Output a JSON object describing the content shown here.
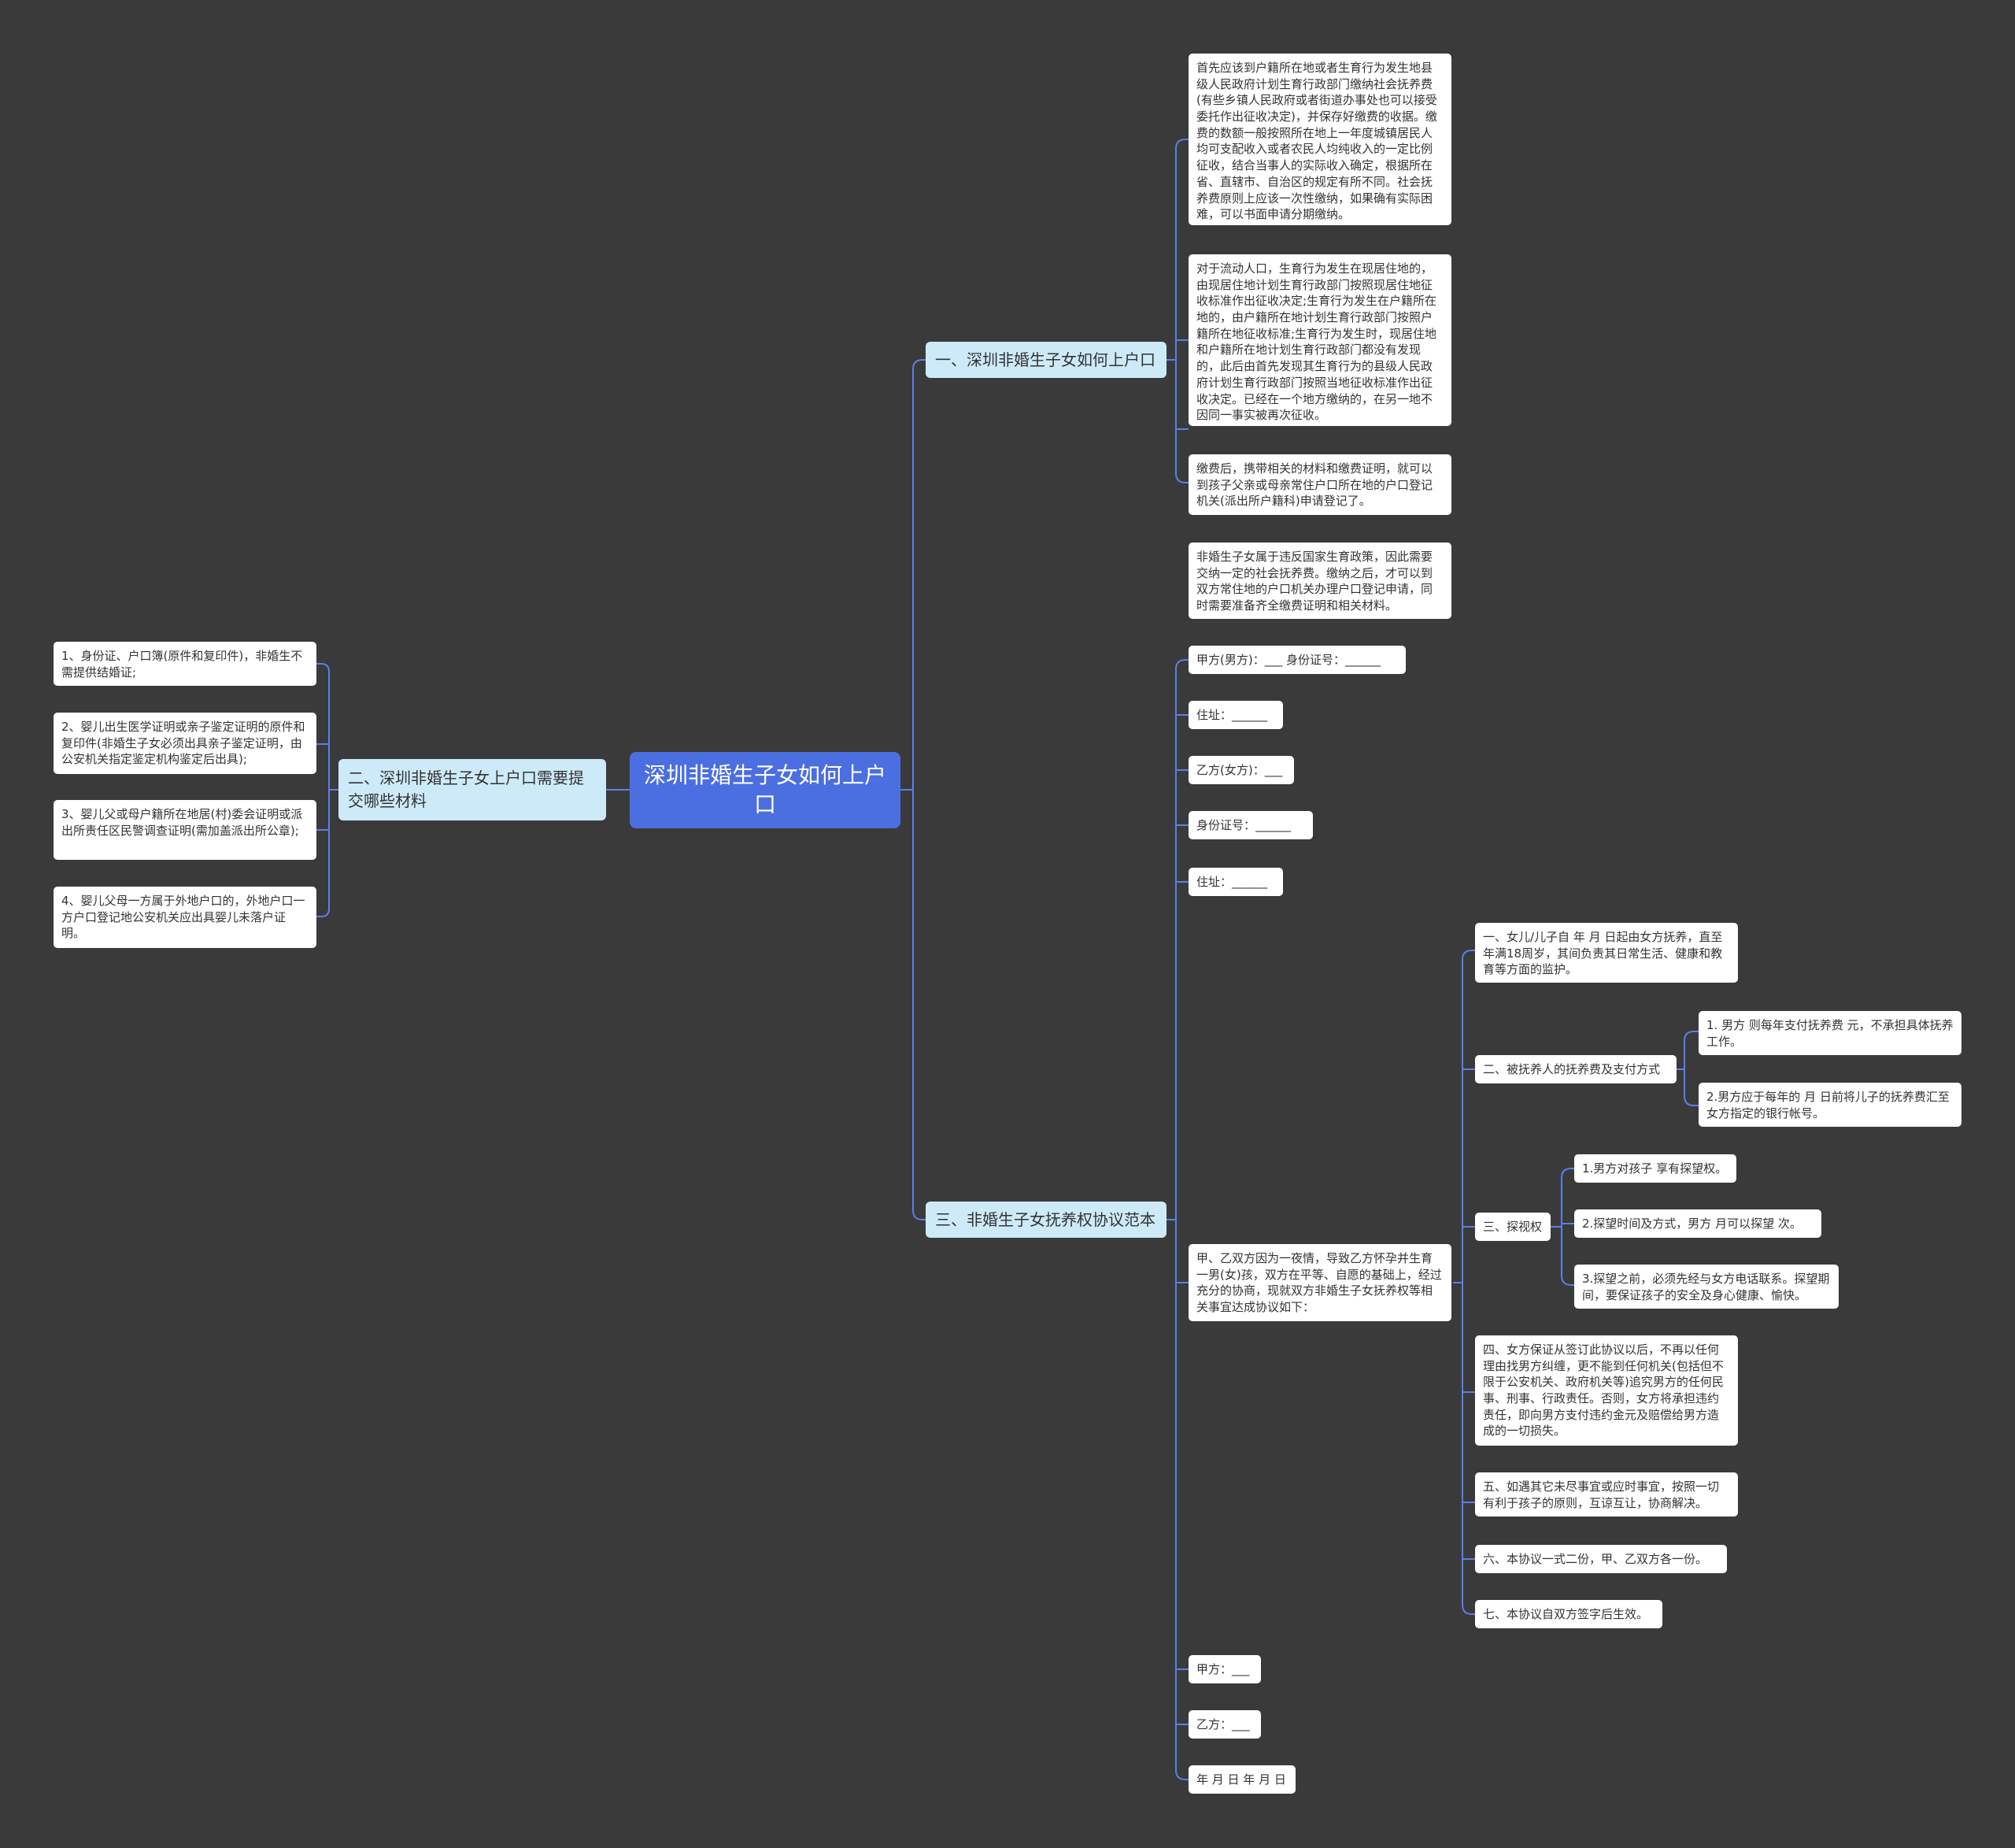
{
  "root": {
    "label": "深圳非婚生子女如何上户口"
  },
  "branch1": {
    "label": "一、深圳非婚生子女如何上户口",
    "items": [
      "首先应该到户籍所在地或者生育行为发生地县级人民政府计划生育行政部门缴纳社会抚养费(有些乡镇人民政府或者街道办事处也可以接受委托作出征收决定)，并保存好缴费的收据。缴费的数额一般按照所在地上一年度城镇居民人均可支配收入或者农民人均纯收入的一定比例征收，结合当事人的实际收入确定，根据所在省、直辖市、自治区的规定有所不同。社会抚养费原则上应该一次性缴纳，如果确有实际困难，可以书面申请分期缴纳。",
      "对于流动人口，生育行为发生在现居住地的，由现居住地计划生育行政部门按照现居住地征收标准作出征收决定;生育行为发生在户籍所在地的，由户籍所在地计划生育行政部门按照户籍所在地征收标准;生育行为发生时，现居住地和户籍所在地计划生育行政部门都没有发现的，此后由首先发现其生育行为的县级人民政府计划生育行政部门按照当地征收标准作出征收决定。已经在一个地方缴纳的，在另一地不因同一事实被再次征收。",
      "缴费后，携带相关的材料和缴费证明，就可以到孩子父亲或母亲常住户口所在地的户口登记机关(派出所户籍科)申请登记了。",
      "非婚生子女属于违反国家生育政策，因此需要交纳一定的社会抚养费。缴纳之后，才可以到双方常住地的户口机关办理户口登记申请，同时需要准备齐全缴费证明和相关材料。"
    ]
  },
  "branch2": {
    "label": "二、深圳非婚生子女上户口需要提交哪些材料",
    "items": [
      "1、身份证、户口簿(原件和复印件)，非婚生不需提供结婚证;",
      "2、婴儿出生医学证明或亲子鉴定证明的原件和复印件(非婚生子女必须出具亲子鉴定证明，由公安机关指定鉴定机构鉴定后出具);",
      "3、婴儿父或母户籍所在地居(村)委会证明或派出所责任区民警调查证明(需加盖派出所公章);",
      "4、婴儿父母一方属于外地户口的，外地户口一方户口登记地公安机关应出具婴儿未落户证明。"
    ]
  },
  "branch3": {
    "label": "三、非婚生子女抚养权协议范本",
    "party_a": "甲方(男方)：___ 身份证号：______",
    "address1": "住址：______",
    "party_b": "乙方(女方)：___",
    "id_b": " 身份证号：______",
    "address2": "住址：______",
    "preamble": "甲、乙双方因为一夜情，导致乙方怀孕并生育一男(女)孩，双方在平等、自愿的基础上，经过充分的协商，现就双方非婚生子女抚养权等相关事宜达成协议如下：",
    "clause1": "一、女儿/儿子自 年 月 日起由女方抚养，直至年满18周岁，其间负责其日常生活、健康和教育等方面的监护。",
    "clause2": {
      "label": "二、被抚养人的抚养费及支付方式",
      "items": [
        "1. 男方 则每年支付抚养费 元，不承担具体抚养工作。",
        "2.男方应于每年的 月 日前将儿子的抚养费汇至女方指定的银行帐号。"
      ]
    },
    "clause3": {
      "label": "三、探视权",
      "items": [
        "1.男方对孩子 享有探望权。",
        "2.探望时间及方式，男方 月可以探望 次。",
        "3.探望之前，必须先经与女方电话联系。探望期间，要保证孩子的安全及身心健康、愉快。"
      ]
    },
    "clause4": "四、女方保证从签订此协议以后，不再以任何理由找男方纠缠，更不能到任何机关(包括但不限于公安机关、政府机关等)追究男方的任何民事、刑事、行政责任。否则，女方将承担违约责任，即向男方支付违约金元及赔偿给男方造成的一切损失。",
    "clause5": "五、如遇其它未尽事宜或应时事宜，按照一切有利于孩子的原则，互谅互让，协商解决。",
    "clause6": "六、本协议一式二份，甲、乙双方各一份。",
    "clause7": "七、本协议自双方签字后生效。",
    "sign_a": "甲方：___",
    "sign_b": "乙方：___",
    "date": "年 月 日 年 月 日"
  },
  "colors": {
    "background": "#3a3a3b",
    "root": "#4b6fe0",
    "branch": "#cdeaf8",
    "leaf": "#ffffff",
    "line": "#5b7fe6"
  }
}
